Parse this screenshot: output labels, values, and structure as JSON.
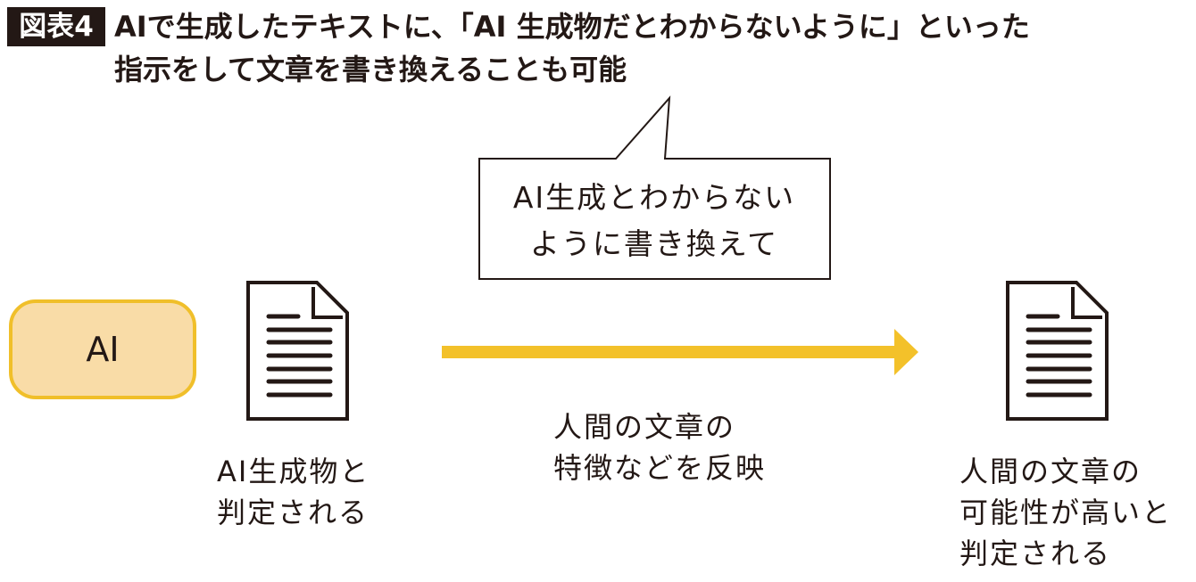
{
  "header": {
    "badge": "図表4",
    "title_line1": "AIで生成したテキストに、「AI 生成物だとわからないように」といった",
    "title_line2": "指示をして文章を書き換えることも可能"
  },
  "callout": {
    "line1": "AI生成とわからない",
    "line2": "ように書き換えて"
  },
  "ai_box": {
    "label": "AI"
  },
  "left_label": {
    "line1": "AI生成物と",
    "line2": "判定される"
  },
  "arrow_label": {
    "line1": "人間の文章の",
    "line2": "特徴などを反映"
  },
  "right_label": {
    "line1": "人間の文章の",
    "line2": "可能性が高いと",
    "line3": "判定される"
  },
  "colors": {
    "arrow": "#f3c12a",
    "ai_fill": "#f9dca7",
    "ai_border": "#f0bf2a"
  }
}
